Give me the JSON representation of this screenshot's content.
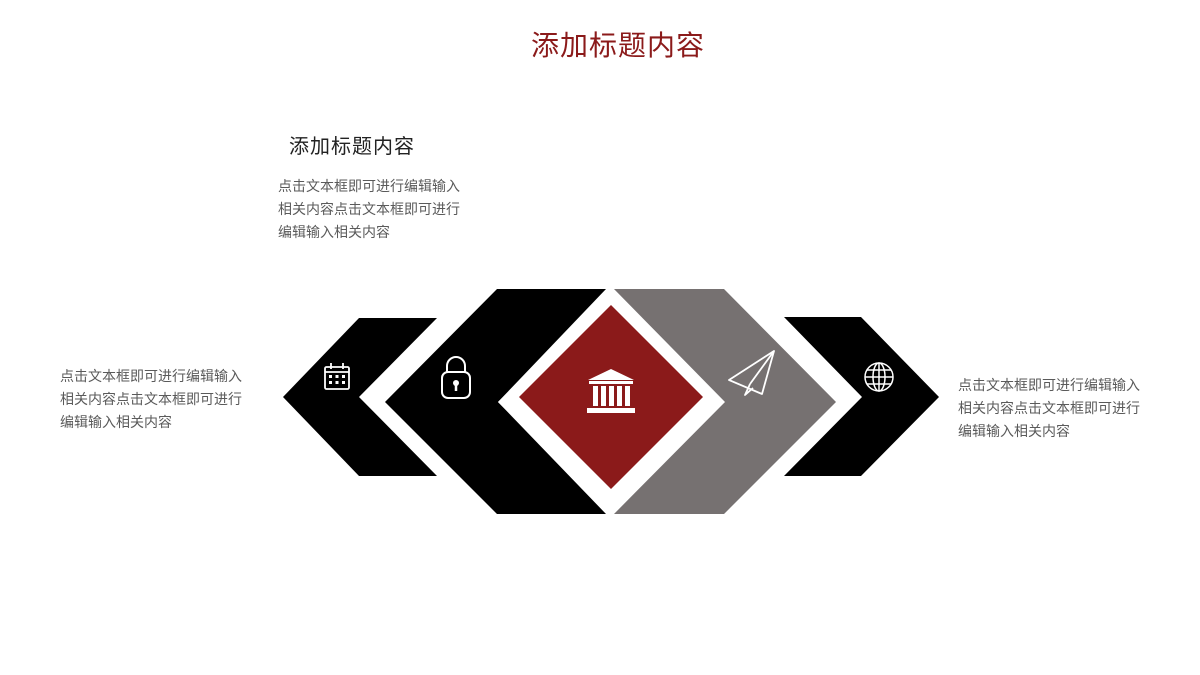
{
  "slide": {
    "title": "添加标题内容",
    "subtitle": "添加标题内容",
    "text_top": "点击文本框即可进行编辑输入\n相关内容点击文本框即可进行\n编辑输入相关内容",
    "text_left": "点击文本框即可进行编辑输入\n相关内容点击文本框即可进行\n编辑输入相关内容",
    "text_right": "点击文本框即可进行编辑输入\n相关内容点击文本框即可进行\n编辑输入相关内容"
  },
  "colors": {
    "accent": "#8b1a1a",
    "dark": "#000000",
    "gray": "#767171",
    "icon": "#ffffff"
  },
  "icons": [
    "calendar-icon",
    "lock-icon",
    "bank-icon",
    "paper-plane-icon",
    "globe-icon"
  ]
}
